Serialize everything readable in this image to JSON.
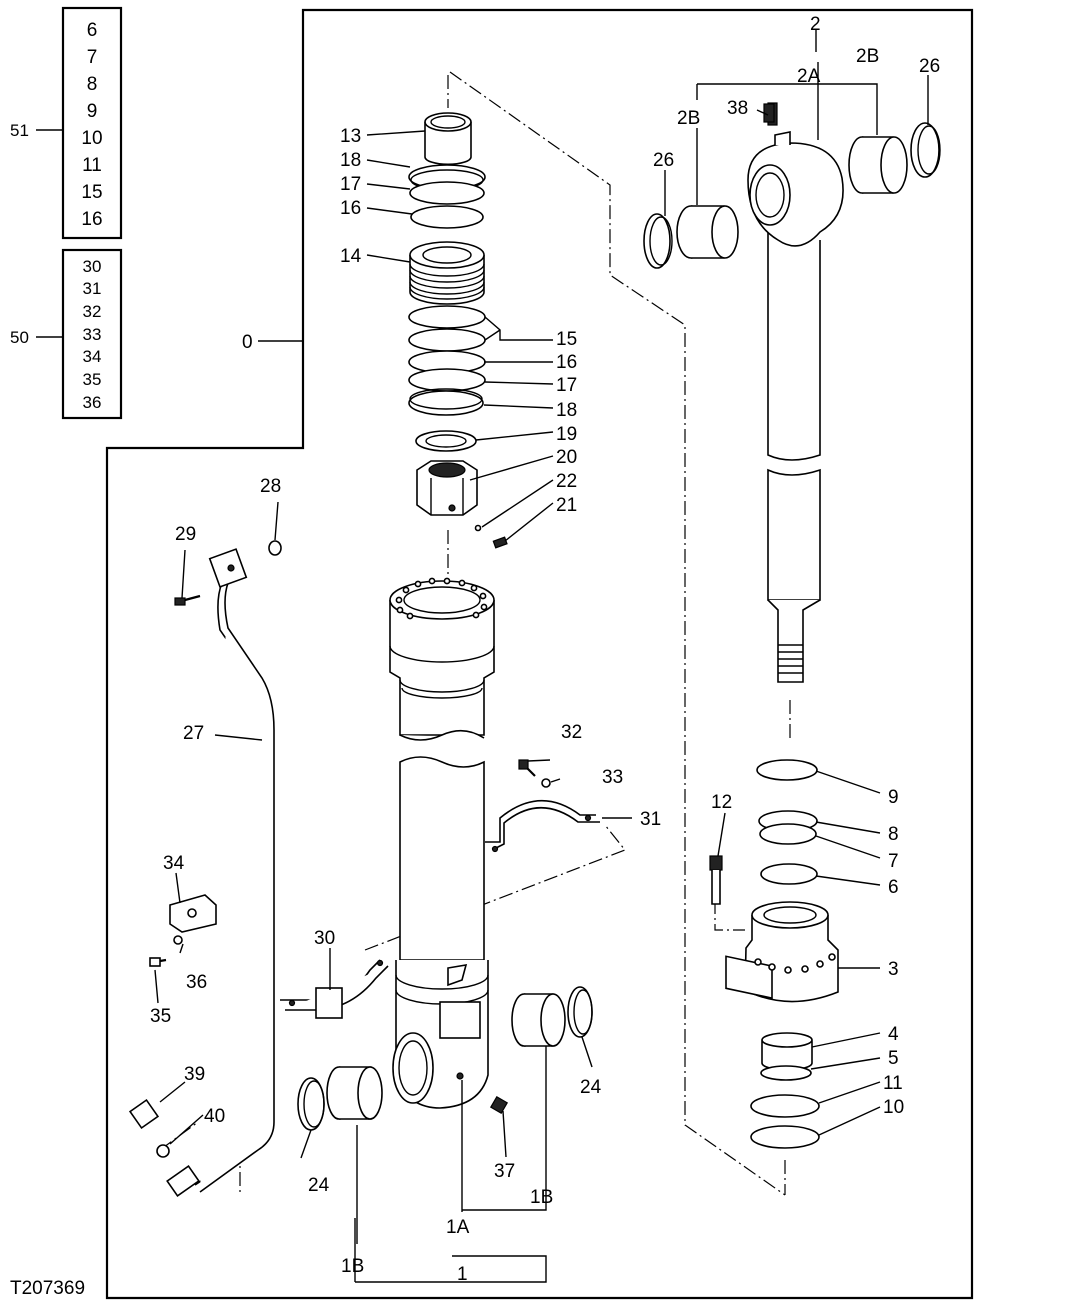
{
  "figure_id": "T207369",
  "kits": [
    {
      "label": "51",
      "items": [
        "6",
        "7",
        "8",
        "9",
        "10",
        "11",
        "15",
        "16"
      ]
    },
    {
      "label": "50",
      "items": [
        "30",
        "31",
        "32",
        "33",
        "34",
        "35",
        "36"
      ]
    }
  ],
  "assembly_label": "0",
  "callouts": {
    "p1": "1",
    "p1A": "1A",
    "p1B_a": "1B",
    "p1B_b": "1B",
    "p2": "2",
    "p2A": "2A",
    "p2B_a": "2B",
    "p2B_b": "2B",
    "p3": "3",
    "p4": "4",
    "p5": "5",
    "p6": "6",
    "p7": "7",
    "p8": "8",
    "p9": "9",
    "p10": "10",
    "p11": "11",
    "p12": "12",
    "p13": "13",
    "p14": "14",
    "p15": "15",
    "p16a": "16",
    "p16b": "16",
    "p17a": "17",
    "p17b": "17",
    "p18a": "18",
    "p18b": "18",
    "p19": "19",
    "p20": "20",
    "p21": "21",
    "p22": "22",
    "p24a": "24",
    "p24b": "24",
    "p26a": "26",
    "p26b": "26",
    "p27": "27",
    "p28": "28",
    "p29": "29",
    "p30": "30",
    "p31": "31",
    "p32": "32",
    "p33": "33",
    "p34": "34",
    "p35": "35",
    "p36": "36",
    "p37": "37",
    "p38": "38",
    "p39": "39",
    "p40": "40"
  }
}
